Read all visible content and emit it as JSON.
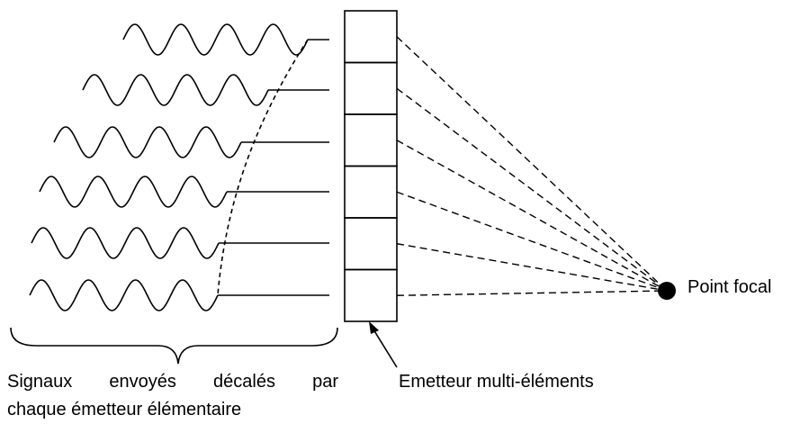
{
  "labels": {
    "signals_line1": "Signaux envoyés décalés par",
    "signals_line2": "chaque émetteur élémentaire",
    "emitter": "Emetteur multi-éléments",
    "focal_point": "Point focal"
  },
  "elements": {
    "count": 6,
    "delay_profile": [
      1,
      2,
      3,
      4,
      5,
      6
    ]
  },
  "colors": {
    "stroke": "#000000",
    "background": "#ffffff"
  }
}
